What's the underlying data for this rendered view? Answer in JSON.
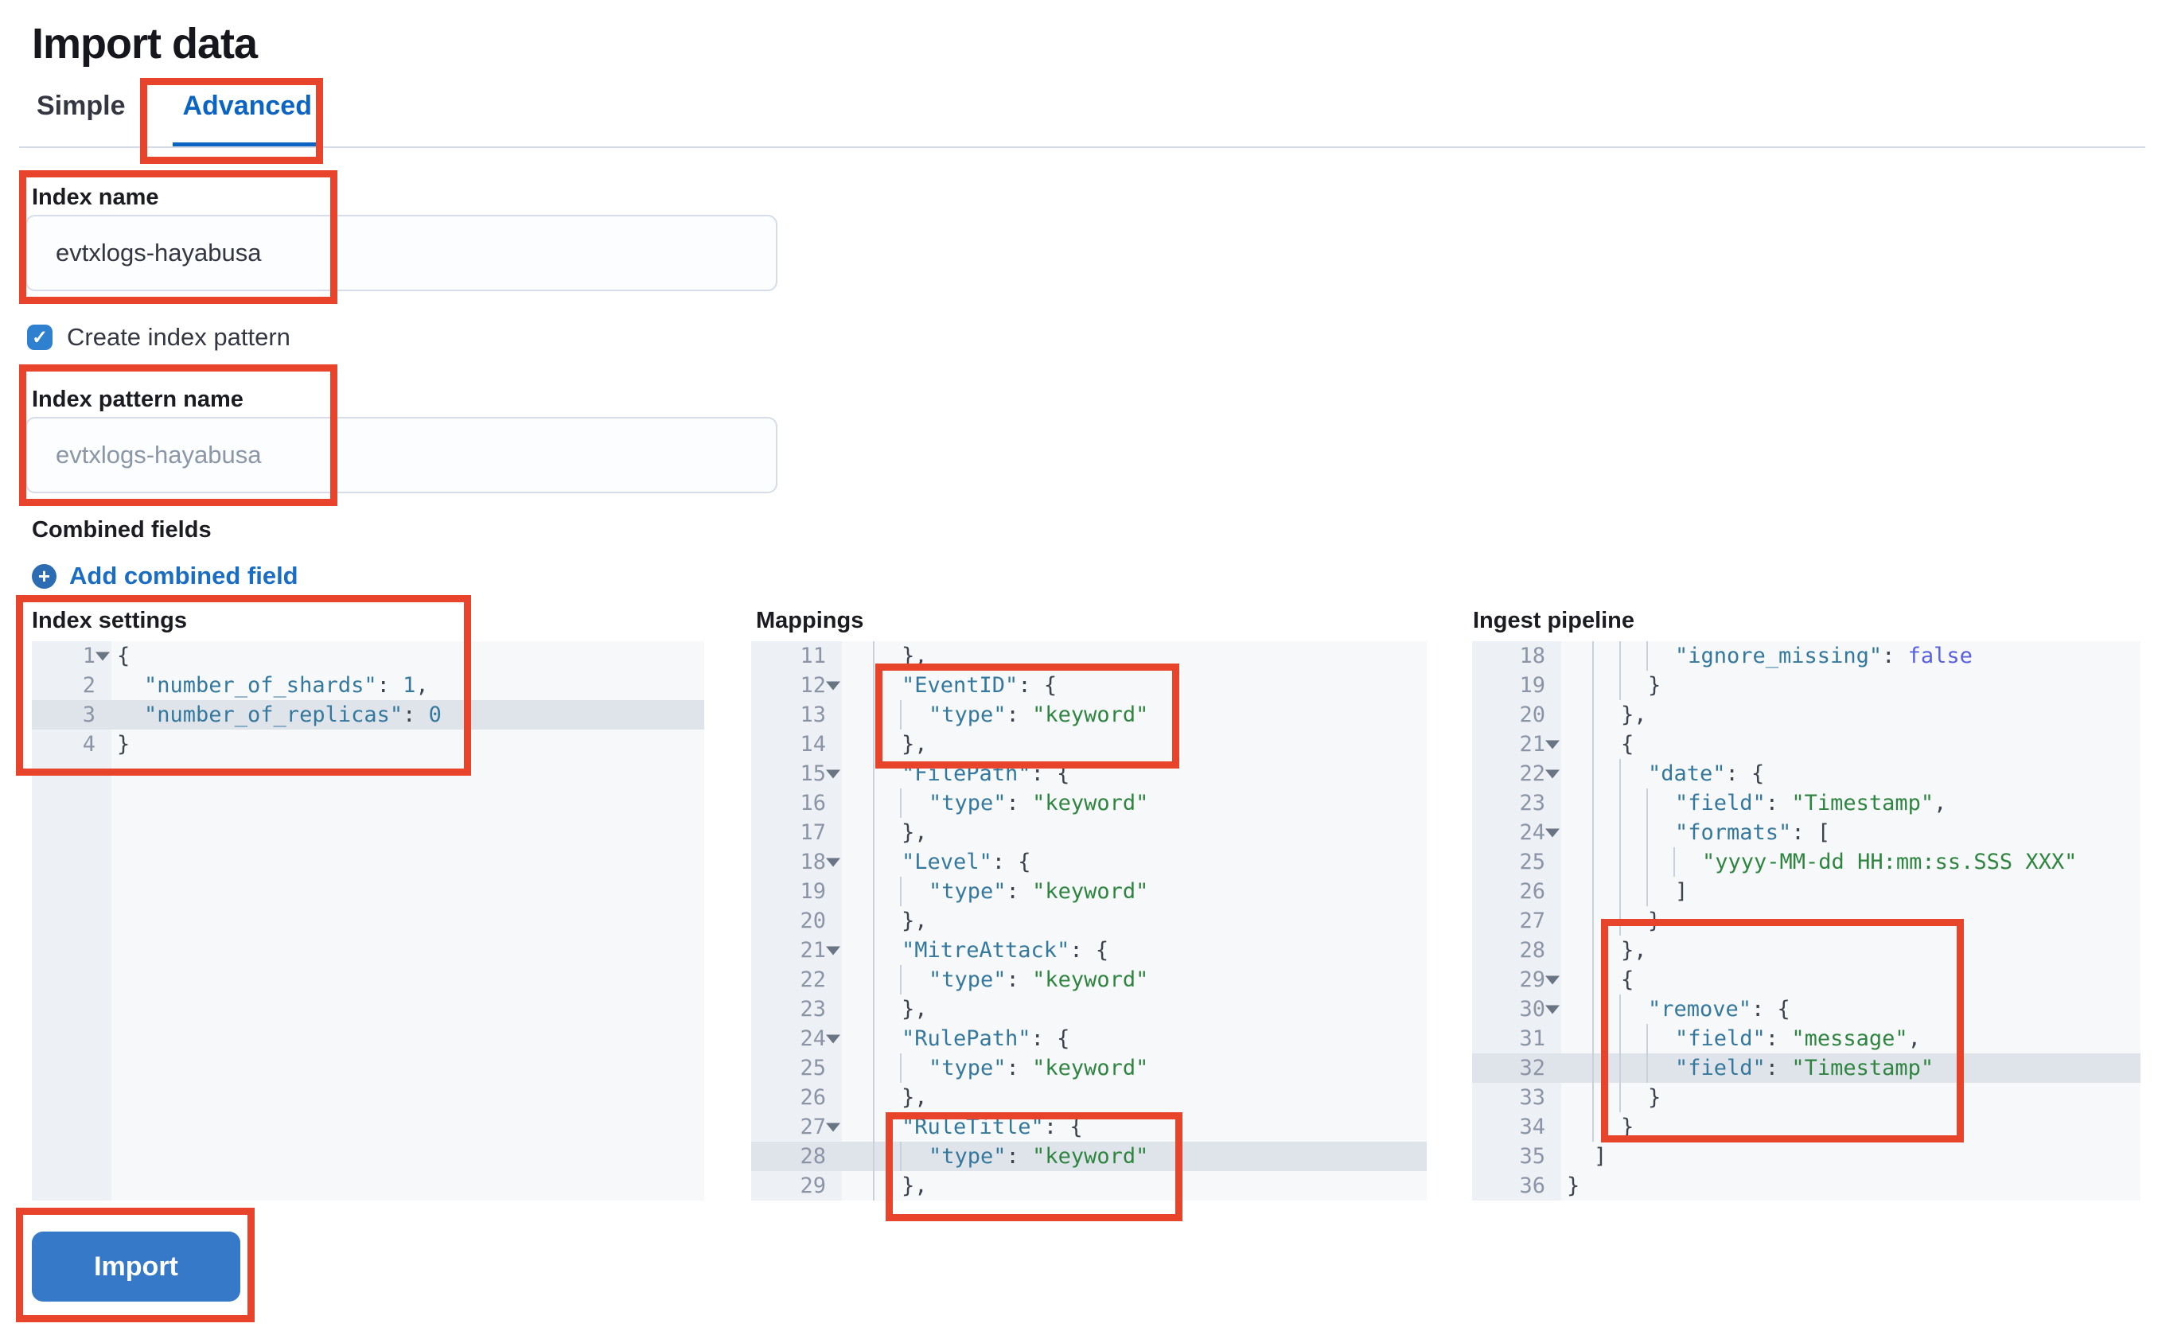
{
  "page": {
    "title": "Import data"
  },
  "tabs": [
    {
      "label": "Simple",
      "active": false
    },
    {
      "label": "Advanced",
      "active": true
    }
  ],
  "form": {
    "index_name": {
      "label": "Index name",
      "value": "evtxlogs-hayabusa"
    },
    "create_index_pattern": {
      "label": "Create index pattern",
      "checked": true,
      "check_glyph": "✓"
    },
    "index_pattern_name": {
      "label": "Index pattern name",
      "placeholder": "evtxlogs-hayabusa"
    },
    "combined_fields": {
      "label": "Combined fields",
      "add_link": "Add combined field",
      "plus_glyph": "+"
    }
  },
  "import_button": {
    "label": "Import"
  },
  "colors": {
    "annotation_red": "#e8432b",
    "tab_active_blue": "#0b64c2",
    "button_blue": "#3579c8",
    "checkbox_blue": "#3080d0",
    "link_blue": "#1a6dc2",
    "syntax_key": "#35789d",
    "syntax_string": "#2f8540",
    "syntax_boolean": "#5a5fe0",
    "editor_gutter_bg": "#edf0f5",
    "editor_bg": "#f6f8fa",
    "active_line_bg": "#dfe4eb"
  },
  "editors": [
    {
      "label": "Index settings",
      "rows": 19,
      "lines": [
        {
          "n": 1,
          "fold": 1,
          "d": 0,
          "tok": [
            [
              "p",
              "{"
            ]
          ]
        },
        {
          "n": 2,
          "d": 1,
          "tok": [
            [
              "k",
              "\"number_of_shards\""
            ],
            [
              "p",
              ": "
            ],
            [
              "n",
              "1"
            ],
            [
              "p",
              ","
            ]
          ]
        },
        {
          "n": 3,
          "hl": 1,
          "d": 1,
          "tok": [
            [
              "k",
              "\"number_of_replicas\""
            ],
            [
              "p",
              ": "
            ],
            [
              "n",
              "0"
            ]
          ]
        },
        {
          "n": 4,
          "d": 0,
          "tok": [
            [
              "p",
              "}"
            ]
          ]
        }
      ]
    },
    {
      "label": "Mappings",
      "rows": 19,
      "lines": [
        {
          "n": 11,
          "d": 2,
          "tok": [
            [
              "p",
              "},"
            ]
          ]
        },
        {
          "n": 12,
          "fold": 1,
          "d": 2,
          "tok": [
            [
              "k",
              "\"EventID\""
            ],
            [
              "p",
              ": {"
            ]
          ]
        },
        {
          "n": 13,
          "d": 3,
          "tok": [
            [
              "k",
              "\"type\""
            ],
            [
              "p",
              ": "
            ],
            [
              "s",
              "\"keyword\""
            ]
          ]
        },
        {
          "n": 14,
          "d": 2,
          "tok": [
            [
              "p",
              "},"
            ]
          ]
        },
        {
          "n": 15,
          "fold": 1,
          "d": 2,
          "tok": [
            [
              "k",
              "\"FilePath\""
            ],
            [
              "p",
              ": {"
            ]
          ]
        },
        {
          "n": 16,
          "d": 3,
          "tok": [
            [
              "k",
              "\"type\""
            ],
            [
              "p",
              ": "
            ],
            [
              "s",
              "\"keyword\""
            ]
          ]
        },
        {
          "n": 17,
          "d": 2,
          "tok": [
            [
              "p",
              "},"
            ]
          ]
        },
        {
          "n": 18,
          "fold": 1,
          "d": 2,
          "tok": [
            [
              "k",
              "\"Level\""
            ],
            [
              "p",
              ": {"
            ]
          ]
        },
        {
          "n": 19,
          "d": 3,
          "tok": [
            [
              "k",
              "\"type\""
            ],
            [
              "p",
              ": "
            ],
            [
              "s",
              "\"keyword\""
            ]
          ]
        },
        {
          "n": 20,
          "d": 2,
          "tok": [
            [
              "p",
              "},"
            ]
          ]
        },
        {
          "n": 21,
          "fold": 1,
          "d": 2,
          "tok": [
            [
              "k",
              "\"MitreAttack\""
            ],
            [
              "p",
              ": {"
            ]
          ]
        },
        {
          "n": 22,
          "d": 3,
          "tok": [
            [
              "k",
              "\"type\""
            ],
            [
              "p",
              ": "
            ],
            [
              "s",
              "\"keyword\""
            ]
          ]
        },
        {
          "n": 23,
          "d": 2,
          "tok": [
            [
              "p",
              "},"
            ]
          ]
        },
        {
          "n": 24,
          "fold": 1,
          "d": 2,
          "tok": [
            [
              "k",
              "\"RulePath\""
            ],
            [
              "p",
              ": {"
            ]
          ]
        },
        {
          "n": 25,
          "d": 3,
          "tok": [
            [
              "k",
              "\"type\""
            ],
            [
              "p",
              ": "
            ],
            [
              "s",
              "\"keyword\""
            ]
          ]
        },
        {
          "n": 26,
          "d": 2,
          "tok": [
            [
              "p",
              "},"
            ]
          ]
        },
        {
          "n": 27,
          "fold": 1,
          "d": 2,
          "tok": [
            [
              "k",
              "\"RuleTitle\""
            ],
            [
              "p",
              ": {"
            ]
          ]
        },
        {
          "n": 28,
          "hl": 1,
          "d": 3,
          "tok": [
            [
              "k",
              "\"type\""
            ],
            [
              "p",
              ": "
            ],
            [
              "s",
              "\"keyword\""
            ]
          ]
        },
        {
          "n": 29,
          "d": 2,
          "tok": [
            [
              "p",
              "},"
            ]
          ]
        }
      ]
    },
    {
      "label": "Ingest pipeline",
      "rows": 19,
      "lines": [
        {
          "n": 18,
          "d": 4,
          "tok": [
            [
              "k",
              "\"ignore_missing\""
            ],
            [
              "p",
              ": "
            ],
            [
              "b",
              "false"
            ]
          ]
        },
        {
          "n": 19,
          "d": 3,
          "tok": [
            [
              "p",
              "}"
            ]
          ]
        },
        {
          "n": 20,
          "d": 2,
          "tok": [
            [
              "p",
              "},"
            ]
          ]
        },
        {
          "n": 21,
          "fold": 1,
          "d": 2,
          "tok": [
            [
              "p",
              "{"
            ]
          ]
        },
        {
          "n": 22,
          "fold": 1,
          "d": 3,
          "tok": [
            [
              "k",
              "\"date\""
            ],
            [
              "p",
              ": {"
            ]
          ]
        },
        {
          "n": 23,
          "d": 4,
          "tok": [
            [
              "k",
              "\"field\""
            ],
            [
              "p",
              ": "
            ],
            [
              "s",
              "\"Timestamp\""
            ],
            [
              "p",
              ","
            ]
          ]
        },
        {
          "n": 24,
          "fold": 1,
          "d": 4,
          "tok": [
            [
              "k",
              "\"formats\""
            ],
            [
              "p",
              ": ["
            ]
          ]
        },
        {
          "n": 25,
          "d": 5,
          "tok": [
            [
              "s",
              "\"yyyy-MM-dd HH:mm:ss.SSS XXX\""
            ]
          ]
        },
        {
          "n": 26,
          "d": 4,
          "tok": [
            [
              "p",
              "]"
            ]
          ]
        },
        {
          "n": 27,
          "d": 3,
          "tok": [
            [
              "p",
              "}"
            ]
          ]
        },
        {
          "n": 28,
          "d": 2,
          "tok": [
            [
              "p",
              "},"
            ]
          ]
        },
        {
          "n": 29,
          "fold": 1,
          "d": 2,
          "tok": [
            [
              "p",
              "{"
            ]
          ]
        },
        {
          "n": 30,
          "fold": 1,
          "d": 3,
          "tok": [
            [
              "k",
              "\"remove\""
            ],
            [
              "p",
              ": {"
            ]
          ]
        },
        {
          "n": 31,
          "d": 4,
          "tok": [
            [
              "k",
              "\"field\""
            ],
            [
              "p",
              ": "
            ],
            [
              "s",
              "\"message\""
            ],
            [
              "p",
              ","
            ]
          ]
        },
        {
          "n": 32,
          "hl": 1,
          "d": 4,
          "tok": [
            [
              "k",
              "\"field\""
            ],
            [
              "p",
              ": "
            ],
            [
              "s",
              "\"Timestamp\""
            ]
          ]
        },
        {
          "n": 33,
          "d": 3,
          "tok": [
            [
              "p",
              "}"
            ]
          ]
        },
        {
          "n": 34,
          "d": 2,
          "tok": [
            [
              "p",
              "}"
            ]
          ]
        },
        {
          "n": 35,
          "d": 1,
          "tok": [
            [
              "p",
              "]"
            ]
          ]
        },
        {
          "n": 36,
          "d": 0,
          "tok": [
            [
              "p",
              "}"
            ]
          ]
        }
      ]
    }
  ]
}
